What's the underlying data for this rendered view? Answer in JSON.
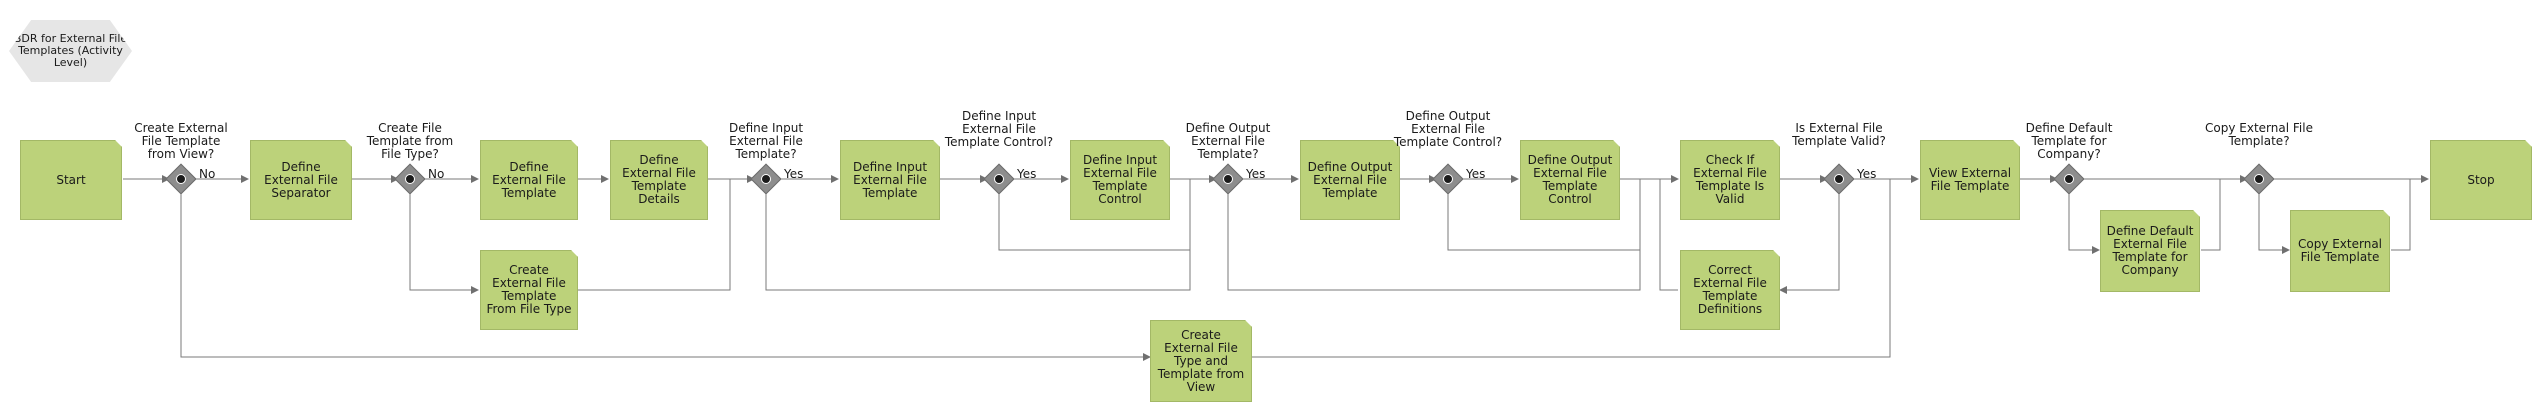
{
  "title": "BDR for External File Templates (Activity Level)",
  "nodes": {
    "start": "Start",
    "define_separator": "Define External File Separator",
    "define_template": "Define External File Template",
    "define_template_details": "Define External File Template Details",
    "create_from_file_type": "Create External File Template From File Type",
    "define_input_template": "Define Input External File Template",
    "define_input_control": "Define Input External File Template Control",
    "define_output_template": "Define Output External File Template",
    "define_output_control": "Define Output External File Template Control",
    "check_valid": "Check If External File Template Is Valid",
    "correct_definitions": "Correct External File Template Definitions",
    "view_template": "View External File Template",
    "define_default_company": "Define Default External File Template for Company",
    "copy_template": "Copy External File Template",
    "create_type_from_view": "Create External File Type and Template from View",
    "stop": "Stop"
  },
  "gateways": {
    "g1": "Create External File Template from View?",
    "g2": "Create File Template from File Type?",
    "g3": "Define Input External File Template?",
    "g4": "Define Input External File Template Control?",
    "g5": "Define Output External File Template?",
    "g6": "Define Output External File Template Control?",
    "g7": "Is External File Template Valid?",
    "g8": "Define Default Template for Company?",
    "g9": "Copy External File Template?"
  },
  "edge_labels": {
    "no": "No",
    "yes": "Yes"
  }
}
